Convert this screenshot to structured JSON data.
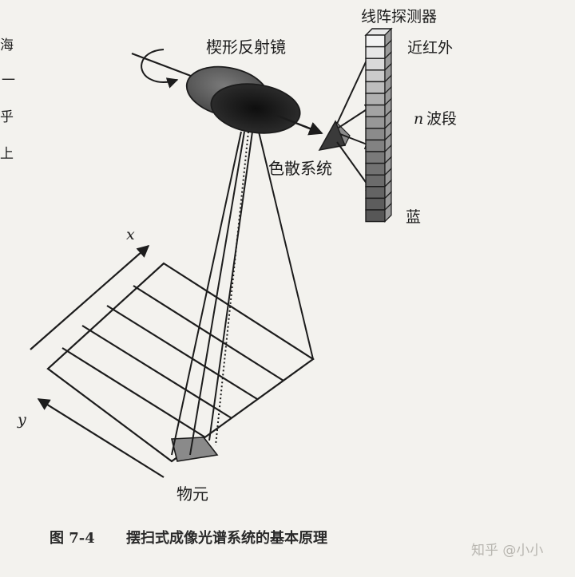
{
  "labels": {
    "mirror": "楔形反射镜",
    "detector": "线阵探测器",
    "near_ir": "近红外",
    "n_prefix": "n",
    "bands": "波段",
    "blue": "蓝",
    "dispersion": "色散系统",
    "pixel": "物元",
    "x_axis": "x",
    "y_axis": "y"
  },
  "caption": {
    "number": "图 7-4",
    "text": "摆扫式成像光谱系统的基本原理"
  },
  "margin_text": [
    "海",
    "一",
    "乎",
    "上"
  ],
  "watermark": "知乎 @小小"
}
